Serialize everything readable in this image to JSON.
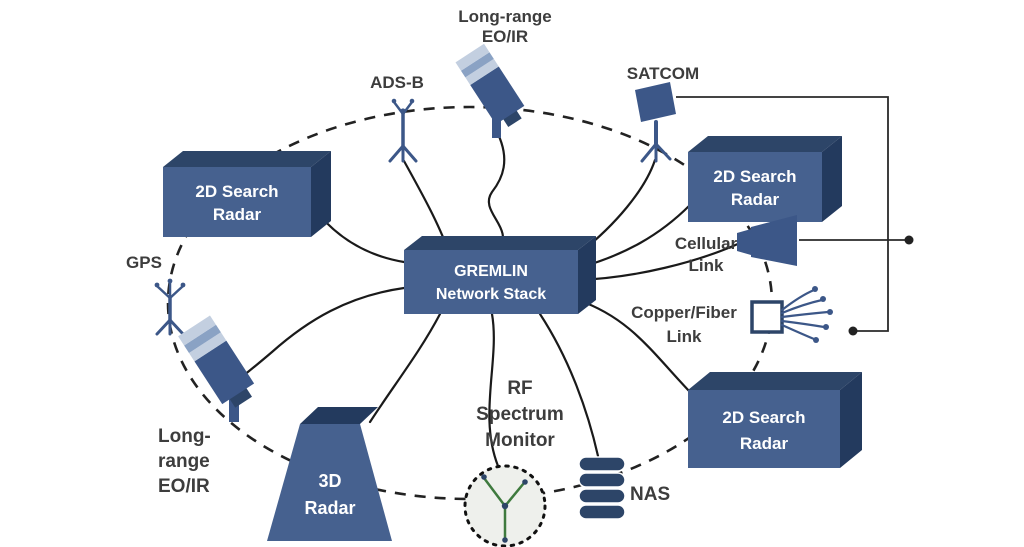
{
  "diagram_type": "network-architecture-diagram",
  "colors": {
    "background": "#ffffff",
    "box_front": "#46618f",
    "box_top": "#2d4568",
    "box_side": "#233a5e",
    "box_text": "#ffffff",
    "label_text": "#3d3d3d",
    "connector_line": "#1a1a1a",
    "icon_dark_blue": "#3c5788",
    "icon_light_band": "#c3cfe0",
    "icon_mid_band": "#8aa2c4",
    "rf_monitor_green": "#3e7a3e",
    "rf_monitor_fill": "#eef0ec"
  },
  "nodes": {
    "gremlin": {
      "lines": [
        "GREMLIN",
        "Network Stack"
      ]
    },
    "radar_top_left": {
      "lines": [
        "2D Search",
        "Radar"
      ]
    },
    "radar_top_right": {
      "lines": [
        "2D Search",
        "Radar"
      ]
    },
    "radar_bottom_right": {
      "lines": [
        "2D Search",
        "Radar"
      ]
    },
    "radar_3d": {
      "lines": [
        "3D",
        "Radar"
      ]
    },
    "eoir_top": {
      "lines": [
        "Long-range",
        "EO/IR"
      ]
    },
    "eoir_bottom_left": {
      "lines": [
        "Long-",
        "range",
        "EO/IR"
      ]
    },
    "adsb": {
      "label": "ADS-B"
    },
    "satcom": {
      "label": "SATCOM"
    },
    "gps": {
      "label": "GPS"
    },
    "cellular_link": {
      "lines": [
        "Cellular",
        "Link"
      ]
    },
    "copper_fiber_link": {
      "lines": [
        "Copper/Fiber",
        "Link"
      ]
    },
    "rf_spectrum_monitor": {
      "lines": [
        "RF",
        "Spectrum",
        "Monitor"
      ]
    },
    "nas": {
      "label": "NAS"
    }
  }
}
